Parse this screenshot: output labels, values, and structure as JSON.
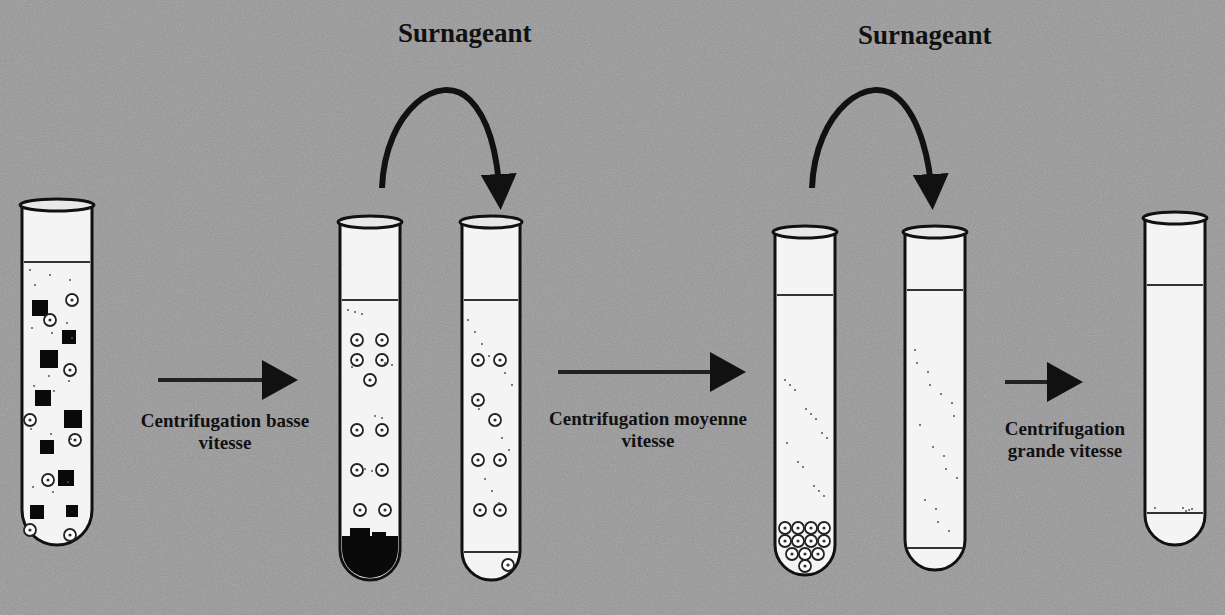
{
  "diagram": {
    "labels": [
      "Surnageant",
      "Surnageant",
      "Centrifugation basse vitesse",
      "Centrifugation moyenne vitesse",
      "Centrifugation grande vitesse"
    ]
  }
}
